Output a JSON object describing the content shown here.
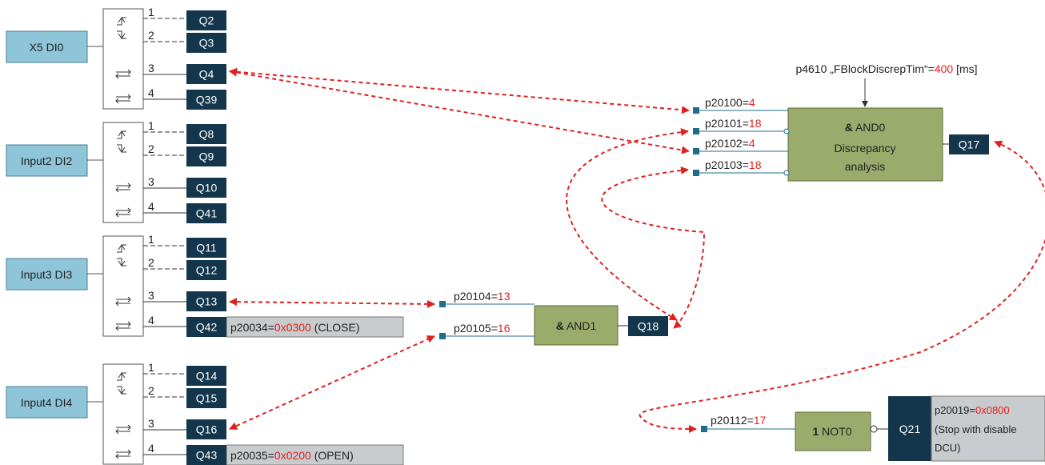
{
  "colors": {
    "input_fill": "#8fc5d8",
    "input_stroke": "#4b7f95",
    "q_fill": "#13364d",
    "gate_fill": "#9bab6c",
    "gate_stroke": "#5d6b38",
    "pin_fill": "#1f6d8c",
    "value_red": "#e41f1f",
    "arrow_red": "#e02020",
    "note_fill": "#c9ccce",
    "wire": "#1f6d8c"
  },
  "inputs": [
    {
      "label": "X5 DI0",
      "outputs": [
        {
          "n": "1",
          "q": "Q2"
        },
        {
          "n": "2",
          "q": "Q3"
        },
        {
          "n": "3",
          "q": "Q4"
        },
        {
          "n": "4",
          "q": "Q39"
        }
      ],
      "note": null
    },
    {
      "label": "Input2 DI2",
      "outputs": [
        {
          "n": "1",
          "q": "Q8"
        },
        {
          "n": "2",
          "q": "Q9"
        },
        {
          "n": "3",
          "q": "Q10"
        },
        {
          "n": "4",
          "q": "Q41"
        }
      ],
      "note": null
    },
    {
      "label": "Input3 DI3",
      "outputs": [
        {
          "n": "1",
          "q": "Q11"
        },
        {
          "n": "2",
          "q": "Q12"
        },
        {
          "n": "3",
          "q": "Q13"
        },
        {
          "n": "4",
          "q": "Q42"
        }
      ],
      "note": {
        "param": "p20034=",
        "value": "0x0300",
        "suffix": " (CLOSE)"
      }
    },
    {
      "label": "Input4 DI4",
      "outputs": [
        {
          "n": "1",
          "q": "Q14"
        },
        {
          "n": "2",
          "q": "Q15"
        },
        {
          "n": "3",
          "q": "Q16"
        },
        {
          "n": "4",
          "q": "Q43"
        }
      ],
      "note": {
        "param": "p20035=",
        "value": "0x0200",
        "suffix": " (OPEN)"
      }
    }
  ],
  "and0": {
    "symbol": "&",
    "name": " AND0",
    "line2": "Discrepancy",
    "line3": "analysis",
    "output": "Q17",
    "timer": {
      "prefix": "p4610 „FBlockDiscrepTim“=",
      "value": "400",
      "suffix": " [ms]"
    },
    "pins": [
      {
        "param": "p20100=",
        "value": "4"
      },
      {
        "param": "p20101=",
        "value": "18"
      },
      {
        "param": "p20102=",
        "value": "4"
      },
      {
        "param": "p20103=",
        "value": "18"
      }
    ]
  },
  "and1": {
    "symbol": "&",
    "name": " AND1",
    "output": "Q18",
    "pins": [
      {
        "param": "p20104=",
        "value": "13"
      },
      {
        "param": "p20105=",
        "value": "16"
      }
    ]
  },
  "not0": {
    "symbol": "1",
    "name": " NOT0",
    "output": "Q21",
    "pin": {
      "param": "p20112=",
      "value": "17"
    },
    "note": {
      "param": "p20019=",
      "value": "0x0800",
      "line2": "(Stop with disable",
      "line3": "DCU)"
    }
  }
}
